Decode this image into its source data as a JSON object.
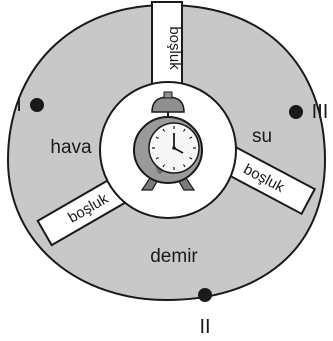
{
  "regions": {
    "left": "hava",
    "right": "su",
    "bottom": "demir"
  },
  "gaps": {
    "top": "boşluk",
    "right": "boşluk",
    "left": "boşluk"
  },
  "points": {
    "left": "I",
    "bottom": "II",
    "right": "III"
  },
  "center_icon": "alarm-clock-icon",
  "colors": {
    "medium": "#c8c8c8",
    "stroke": "#1a1a1a",
    "gap": "#ffffff"
  }
}
